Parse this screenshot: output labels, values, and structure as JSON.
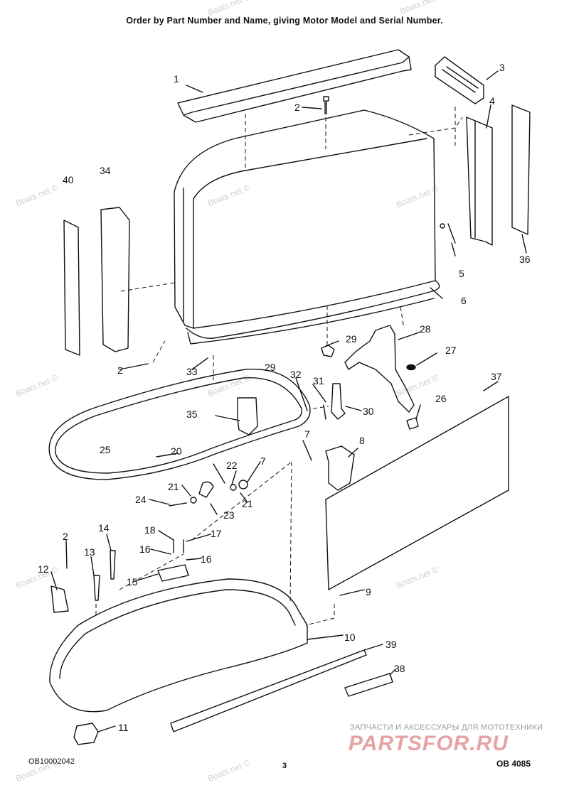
{
  "header": {
    "title": "Order by Part Number and Name, giving Motor Model and Serial Number."
  },
  "footer": {
    "left": "OB10002042",
    "page_number": "3",
    "right": "OB 4085"
  },
  "watermarks": [
    "Boats.net ©",
    "Boats.net ©",
    "Boats.net ©",
    "Boats.net ©",
    "Boats.net ©",
    "Boats.net ©",
    "Boats.net ©",
    "Boats.net ©",
    "Boats.net ©",
    "Boats.net ©",
    "Boats.net ©",
    "Boats.net ©"
  ],
  "promo": {
    "tagline": "ЗАПЧАСТИ И АКСЕССУАРЫ ДЛЯ МОТОТЕХНИКИ",
    "logo": "PARTSFOR.RU"
  },
  "callouts": [
    "1",
    "2",
    "3",
    "4",
    "40",
    "34",
    "5",
    "36",
    "6",
    "2",
    "33",
    "29",
    "28",
    "27",
    "29",
    "32",
    "31",
    "30",
    "35",
    "26",
    "37",
    "25",
    "20",
    "22",
    "7",
    "7",
    "8",
    "21",
    "24",
    "23",
    "21",
    "18",
    "17",
    "16",
    "16",
    "14",
    "2",
    "13",
    "12",
    "15",
    "9",
    "10",
    "39",
    "38",
    "11"
  ],
  "colors": {
    "line": "#111111",
    "watermark": "#d0d0d0",
    "promo_logo": "#e6a3a3",
    "promo_text": "#9a9a9a"
  }
}
